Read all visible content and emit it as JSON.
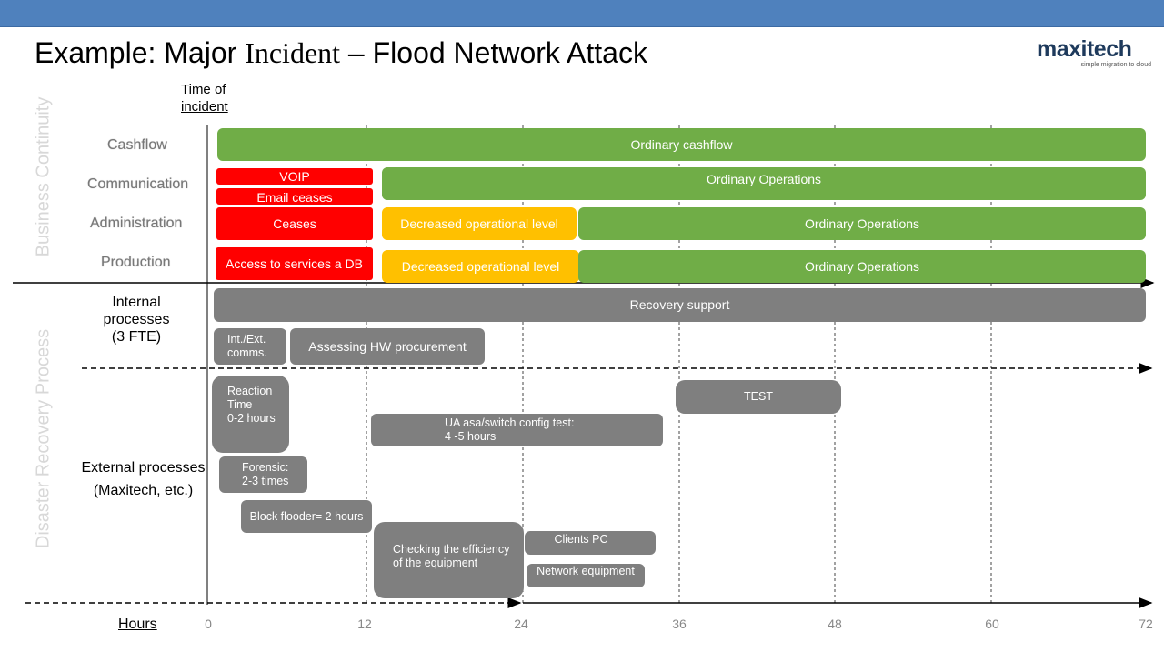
{
  "title": {
    "part1": "Example: Major ",
    "part2": "Incident",
    "part3": " – Flood Network Attack"
  },
  "logo": {
    "name": "maxitech",
    "tagline": "simple migration to cloud"
  },
  "sections": {
    "business": "Business Continuity",
    "disaster": "Disaster Recovery Process"
  },
  "time_of_incident": [
    "Time of",
    "incident"
  ],
  "rows": {
    "cashflow": "Cashflow",
    "communication": "Communication",
    "administration": "Administration",
    "production": "Production"
  },
  "processes": {
    "internal": [
      "Internal",
      "processes",
      "(3 FTE)"
    ],
    "external": [
      "External processes",
      "(Maxitech, etc.)"
    ]
  },
  "bars": {
    "ordinary_cashflow": "Ordinary cashflow",
    "voip": "VOIP",
    "email_ceases": "Email ceases",
    "comm_ordinary": "Ordinary Operations",
    "admin_ceases": "Ceases",
    "admin_decreased": "Decreased operational level",
    "admin_ordinary": "Ordinary Operations",
    "prod_access": "Access to services a DB",
    "prod_decreased": "Decreased operational level",
    "prod_ordinary": "Ordinary Operations",
    "recovery_support": "Recovery support",
    "int_ext_comms": [
      "Int./Ext.",
      "comms."
    ],
    "assessing_hw": "Assessing HW procurement",
    "reaction_time": [
      "Reaction",
      "Time",
      "0-2 hours"
    ],
    "test": "TEST",
    "ua_config": [
      "UA asa/switch config test:",
      "4 -5 hours"
    ],
    "forensic": [
      "Forensic:",
      "2-3 times"
    ],
    "block_flooder": "Block flooder= 2 hours",
    "checking_efficiency": [
      "Checking the efficiency",
      "of the equipment"
    ],
    "clients_pc": "Clients PC",
    "network_equipment": "Network equipment"
  },
  "axis": {
    "label": "Hours",
    "ticks": [
      "0",
      "12",
      "24",
      "36",
      "48",
      "60",
      "72"
    ]
  },
  "colors": {
    "green": "#70ad47",
    "red": "#ff0000",
    "amber": "#ffc000",
    "gray": "#7f7f7f",
    "topbar": "#4f81bd"
  }
}
